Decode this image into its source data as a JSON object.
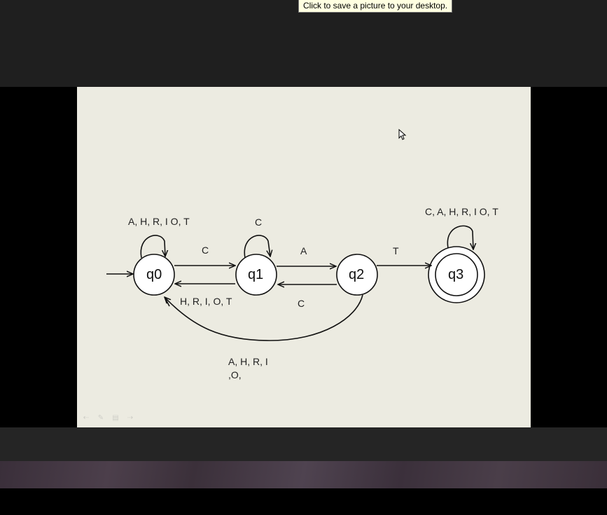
{
  "tooltip": {
    "text": "Click to save a picture to your desktop."
  },
  "diagram": {
    "states": {
      "q0": "q0",
      "q1": "q1",
      "q2": "q2",
      "q3": "q3"
    },
    "labels": {
      "q0_loop": "A, H, R, I O, T",
      "q1_loop": "C",
      "q3_loop": "C, A, H, R, I O, T",
      "q0_to_q1": "C",
      "q1_to_q0": "H, R, I, O, T",
      "q1_to_q2": "A",
      "q2_to_q1": "C",
      "q2_to_q3": "T",
      "q2_to_q0_line1": "A, H, R, I",
      "q2_to_q0_line2": ",O,"
    }
  },
  "slide_toolbar": {
    "icons": [
      "previous-icon",
      "pen-icon",
      "menu-icon",
      "next-icon"
    ]
  }
}
